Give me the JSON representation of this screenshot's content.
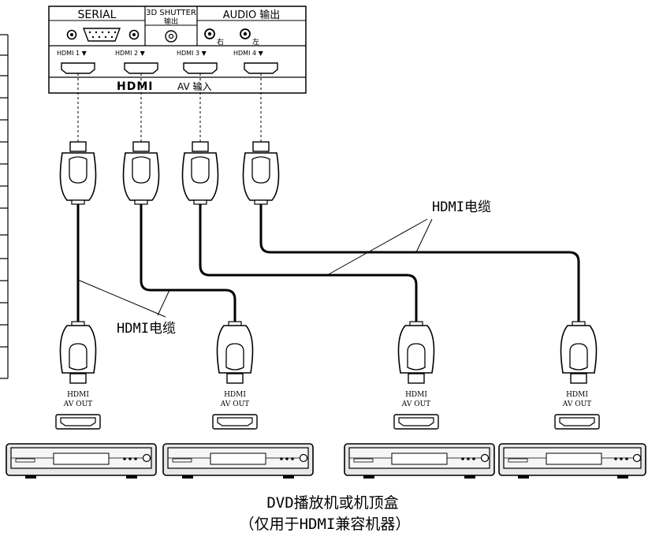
{
  "panel": {
    "serial_label": "SERIAL",
    "shutter_label_line1": "3D SHUTTER",
    "shutter_label_line2": "输出",
    "audio_label": "AUDIO 输出",
    "audio_right": "右",
    "audio_left": "左",
    "hdmi_ports": [
      {
        "label": "HDMI 1 ▼"
      },
      {
        "label": "HDMI 2 ▼"
      },
      {
        "label": "HDMI 3 ▼"
      },
      {
        "label": "HDMI 4 ▼"
      }
    ],
    "hdmi_logo": "HDMI",
    "av_input_label": "AV 输入"
  },
  "cable_label_upper": "HDMI电缆",
  "cable_label_lower": "HDMI电缆",
  "players": [
    {
      "out_line1": "HDMI",
      "out_line2": "AV OUT"
    },
    {
      "out_line1": "HDMI",
      "out_line2": "AV OUT"
    },
    {
      "out_line1": "HDMI",
      "out_line2": "AV OUT"
    },
    {
      "out_line1": "HDMI",
      "out_line2": "AV OUT"
    }
  ],
  "caption_line1": "DVD播放机或机顶盒",
  "caption_line2": "（仅用于HDMI兼容机器）"
}
